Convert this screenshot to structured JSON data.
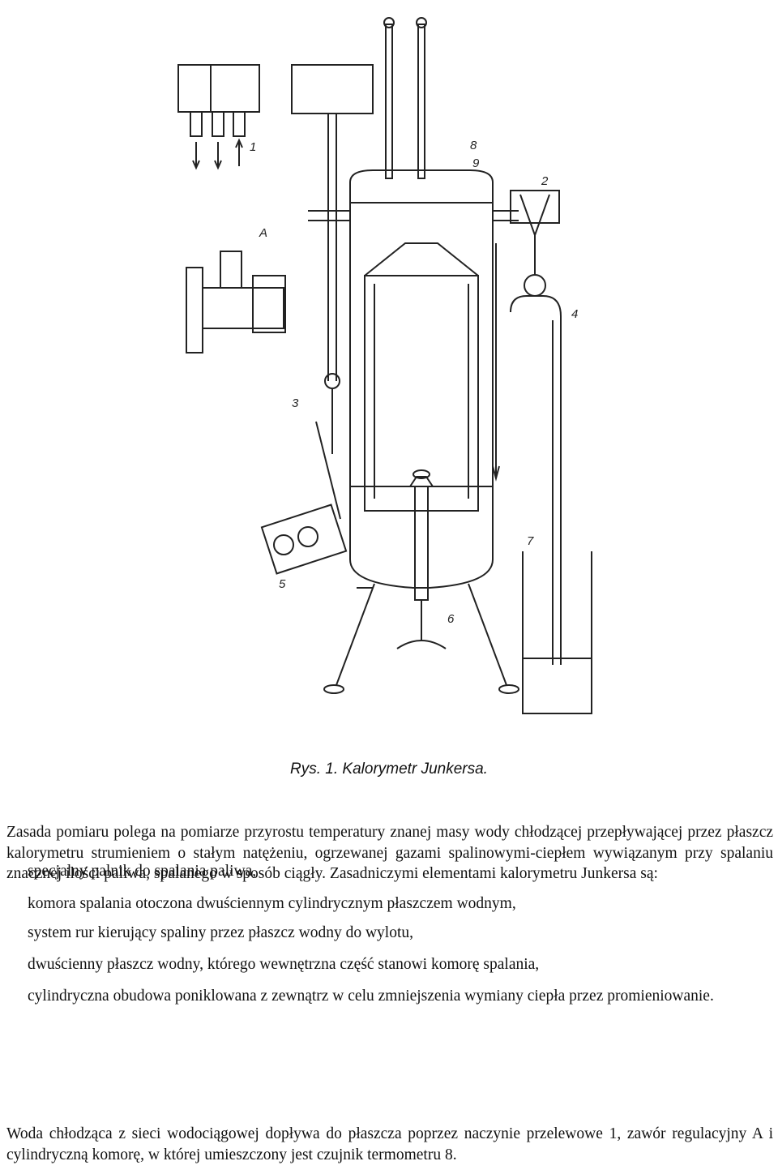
{
  "figure": {
    "labels": [
      "1",
      "2",
      "3",
      "4",
      "5",
      "6",
      "7",
      "8",
      "9",
      "A"
    ],
    "caption": "Rys. 1. Kalorymetr Junkersa."
  },
  "paragraph1": "Zasada pomiaru polega na pomiarze przyrostu temperatury znanej masy wody chłodzącej przepływającej przez płaszcz kalorymetru strumieniem o stałym natężeniu, ogrzewanej gazami spalinowymi-ciepłem wywiązanym przy spalaniu znacznej ilości paliwa, spalanego w sposób ciągły. Zasadniczymi elementami kalorymetru Junkersa są:",
  "list": [
    "specjalny palnik do spalania paliwa,",
    "komora spalania otoczona dwuściennym cylindrycznym płaszczem wodnym,",
    "system rur kierujący spaliny przez płaszcz wodny do wylotu,",
    "dwuścienny płaszcz wodny, którego wewnętrzna część stanowi komorę spalania,",
    "cylindryczna obudowa poniklowana z zewnątrz w celu zmniejszenia wymiany ciepła przez promieniowanie."
  ],
  "paragraph2": "Woda chłodząca z sieci wodociągowej dopływa do płaszcza poprzez naczynie przelewowe 1, zawór regulacyjny A i cylindryczną komorę, w której umieszczony jest czujnik termometru 8."
}
